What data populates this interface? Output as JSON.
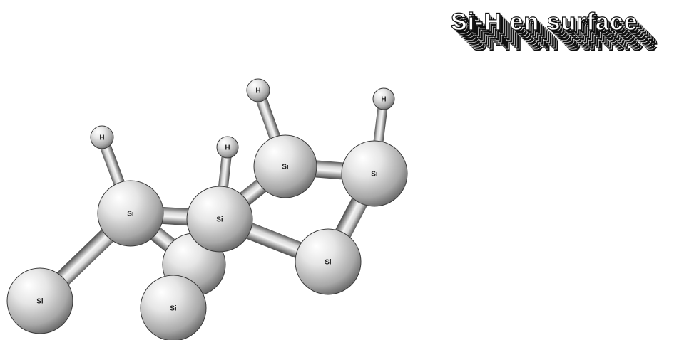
{
  "title": "Si-H en surface",
  "colors": {
    "background": "#ffffff",
    "atom_highlight": "#ffffff",
    "atom_shade": "#5a5a5a",
    "bond_light": "#d8d8d8",
    "bond_dark": "#4a4a4a",
    "title_text": "#ffffff",
    "title_shadow": "#111111"
  },
  "atoms": [
    {
      "id": "si_bl",
      "label": "Si"
    },
    {
      "id": "si_hidden",
      "label": ""
    },
    {
      "id": "si_bm",
      "label": "Si"
    },
    {
      "id": "si_ml",
      "label": "Si"
    },
    {
      "id": "si_c",
      "label": "Si"
    },
    {
      "id": "si_ur",
      "label": "Si"
    },
    {
      "id": "si_far",
      "label": "Si"
    },
    {
      "id": "si_lr",
      "label": "Si"
    },
    {
      "id": "h_1",
      "label": "H"
    },
    {
      "id": "h_2",
      "label": "H"
    },
    {
      "id": "h_3",
      "label": "H"
    },
    {
      "id": "h_4",
      "label": "H"
    }
  ]
}
